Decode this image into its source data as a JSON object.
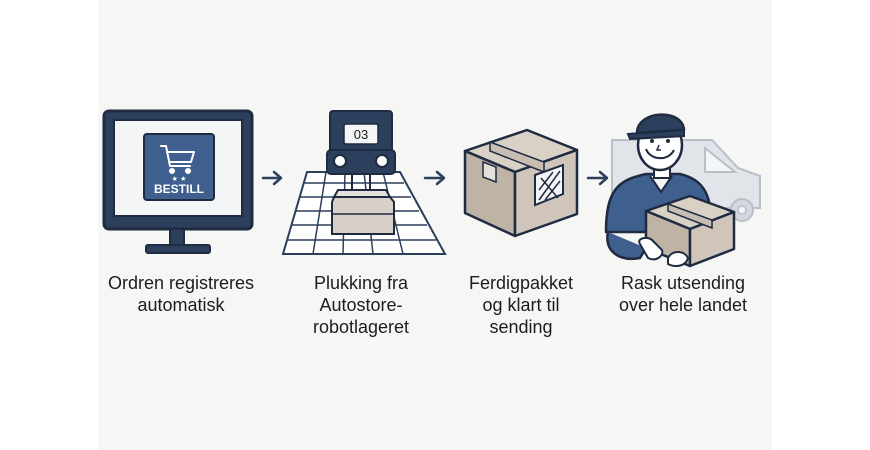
{
  "steps": [
    {
      "lines": [
        "Ordren registreres",
        "automatisk"
      ],
      "icon": "computer-order-icon"
    },
    {
      "lines": [
        "Plukking fra",
        "Autostore-",
        "robotlageret"
      ],
      "icon": "autostore-robot-icon"
    },
    {
      "lines": [
        "Ferdigpakket",
        "og klart til",
        "sending"
      ],
      "icon": "package-box-icon"
    },
    {
      "lines": [
        "Rask utsending",
        "over hele landet"
      ],
      "icon": "delivery-person-icon"
    }
  ],
  "screen": {
    "button_label": "BESTILL",
    "stars": "★ ★"
  },
  "robot": {
    "number": "03"
  },
  "colors": {
    "navy": "#2c3f5c",
    "blue": "#3f5f8e",
    "box": "#c8bdb2",
    "van": "#c9d0d8"
  }
}
